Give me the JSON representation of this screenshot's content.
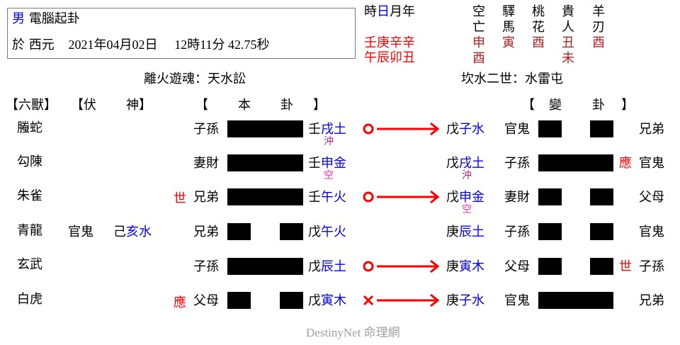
{
  "header": {
    "gender": "男",
    "method": "電腦起卦",
    "date_prefix": "於 西元",
    "date": "2021年04月02日",
    "time": "12時11分 42.75秒"
  },
  "pillars": {
    "labels": [
      "時",
      "日",
      "月",
      "年"
    ],
    "stems": "壬庚辛辛",
    "branches": "午辰卯丑"
  },
  "shensha": [
    {
      "name_top": "空",
      "name_bottom": "亡",
      "values": [
        "申",
        "酉"
      ]
    },
    {
      "name_top": "驛",
      "name_bottom": "馬",
      "values": [
        "寅"
      ]
    },
    {
      "name_top": "桃",
      "name_bottom": "花",
      "values": [
        "酉"
      ]
    },
    {
      "name_top": "貴",
      "name_bottom": "人",
      "values": [
        "丑",
        "未"
      ]
    },
    {
      "name_top": "羊",
      "name_bottom": "刃",
      "values": [
        "酉"
      ]
    }
  ],
  "original_title": "離火遊魂：天水訟",
  "changed_title": "坎水二世：水雷屯",
  "column_headers": {
    "six_beasts": "【六獸】",
    "hidden_open": "【伏",
    "hidden_close": "神】",
    "original_open": "【",
    "original_mid1": "本",
    "original_mid2": "卦",
    "original_close": "】",
    "changed_open": "【",
    "changed_mid1": "變",
    "changed_mid2": "卦",
    "changed_close": "】"
  },
  "lines": [
    {
      "beast": "螣蛇",
      "hidden_rel": "",
      "hidden_stem": "",
      "hidden_branch": "",
      "shiying": "",
      "relation": "子孫",
      "yao": "yang",
      "stem": "壬",
      "branch": "戌土",
      "note": "沖",
      "move": "o",
      "c_stem": "戊",
      "c_branch": "子水",
      "c_note": "",
      "c_relation": "官鬼",
      "c_yao": "yin",
      "c_shiying": "",
      "c_relation2": "兄弟"
    },
    {
      "beast": "勾陳",
      "hidden_rel": "",
      "hidden_stem": "",
      "hidden_branch": "",
      "shiying": "",
      "relation": "妻財",
      "yao": "yang",
      "stem": "壬",
      "branch": "申金",
      "note": "空",
      "move": "",
      "c_stem": "戊",
      "c_branch": "戌土",
      "c_note": "沖",
      "c_relation": "子孫",
      "c_yao": "yang",
      "c_shiying": "應",
      "c_relation2": "官鬼"
    },
    {
      "beast": "朱雀",
      "hidden_rel": "",
      "hidden_stem": "",
      "hidden_branch": "",
      "shiying": "世",
      "relation": "兄弟",
      "yao": "yang",
      "stem": "壬",
      "branch": "午火",
      "note": "",
      "move": "o",
      "c_stem": "戊",
      "c_branch": "申金",
      "c_note": "空",
      "c_relation": "妻財",
      "c_yao": "yin",
      "c_shiying": "",
      "c_relation2": "父母"
    },
    {
      "beast": "青龍",
      "hidden_rel": "官鬼",
      "hidden_stem": "己",
      "hidden_branch": "亥水",
      "shiying": "",
      "relation": "兄弟",
      "yao": "yin",
      "stem": "戊",
      "branch": "午火",
      "note": "",
      "move": "",
      "c_stem": "庚",
      "c_branch": "辰土",
      "c_note": "",
      "c_relation": "子孫",
      "c_yao": "yin",
      "c_shiying": "",
      "c_relation2": "官鬼"
    },
    {
      "beast": "玄武",
      "hidden_rel": "",
      "hidden_stem": "",
      "hidden_branch": "",
      "shiying": "",
      "relation": "子孫",
      "yao": "yang",
      "stem": "戊",
      "branch": "辰土",
      "note": "",
      "move": "o",
      "c_stem": "庚",
      "c_branch": "寅木",
      "c_note": "",
      "c_relation": "父母",
      "c_yao": "yin",
      "c_shiying": "世",
      "c_relation2": "子孫"
    },
    {
      "beast": "白虎",
      "hidden_rel": "",
      "hidden_stem": "",
      "hidden_branch": "",
      "shiying": "應",
      "relation": "父母",
      "yao": "yin",
      "stem": "戊",
      "branch": "寅木",
      "note": "",
      "move": "x",
      "c_stem": "庚",
      "c_branch": "子水",
      "c_note": "",
      "c_relation": "官鬼",
      "c_yao": "yang",
      "c_shiying": "",
      "c_relation2": "兄弟"
    }
  ],
  "colors": {
    "accent_blue": "#0000ff",
    "accent_red": "#ff0000",
    "dark_red": "#b22222",
    "chong": "#aa2288",
    "kong": "#ff33aa",
    "footer_gray": "#a0a0a0"
  },
  "footer": "DestinyNet 命理網"
}
